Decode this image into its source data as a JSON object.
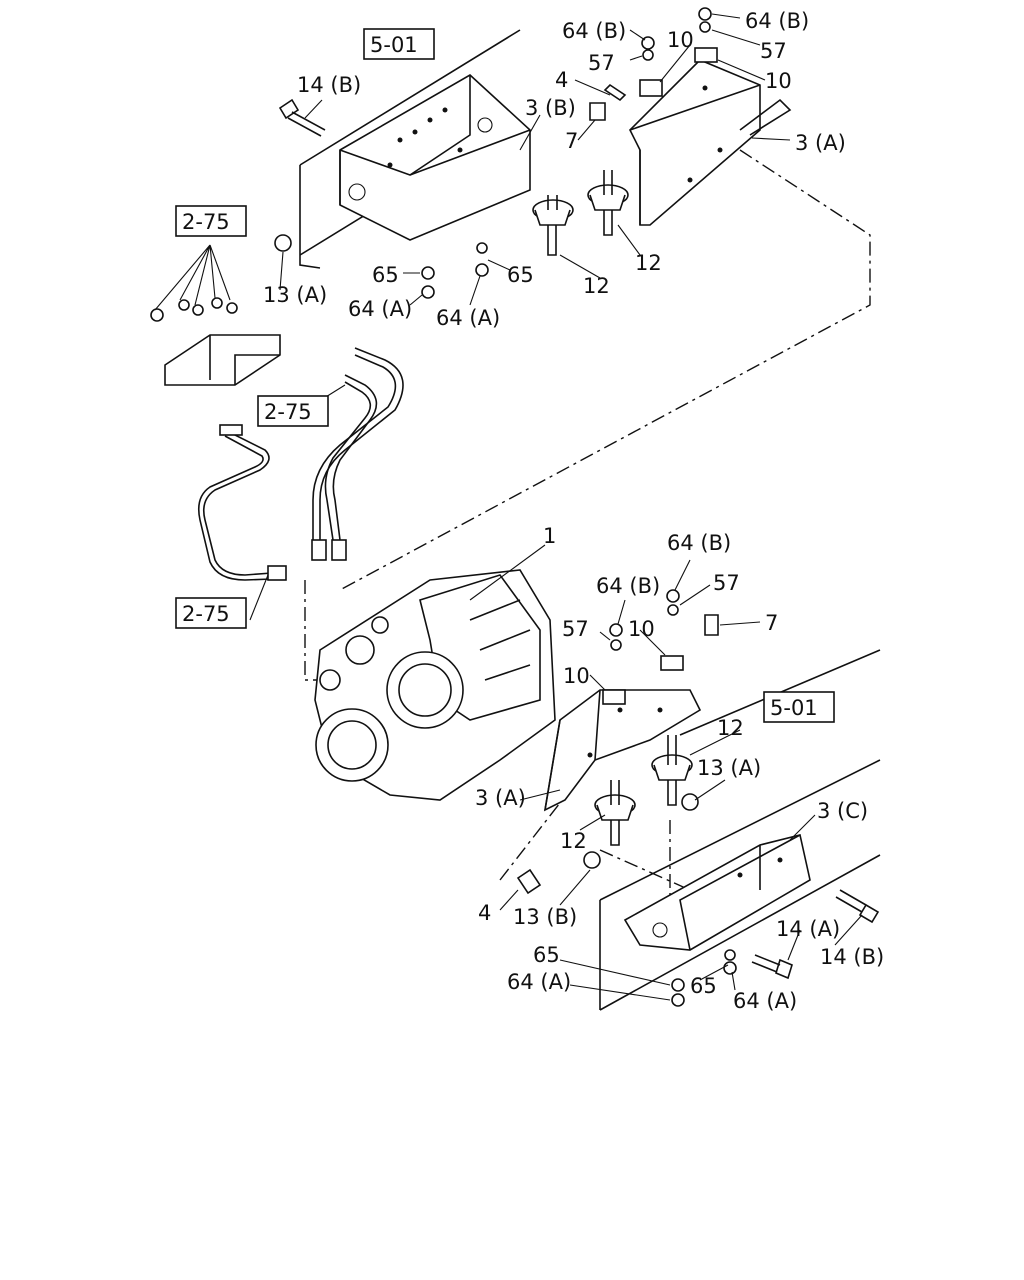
{
  "diagram": {
    "refs": {
      "ref_501_top": "5-01",
      "ref_275_left": "2-75",
      "ref_275_mid": "2-75",
      "ref_275_low": "2-75",
      "ref_501_right": "5-01"
    },
    "labels": {
      "l_14b_top": "14 (B)",
      "l_64b_top_l": "64 (B)",
      "l_64b_top_r": "64 (B)",
      "l_57_top_l": "57",
      "l_57_top_r": "57",
      "l_10_top_a": "10",
      "l_10_top_b": "10",
      "l_4_top": "4",
      "l_3b": "3 (B)",
      "l_7_top": "7",
      "l_3a_top": "3 (A)",
      "l_12_top_r": "12",
      "l_12_top_l": "12",
      "l_65_top_l": "65",
      "l_65_top_r": "65",
      "l_13a_top": "13 (A)",
      "l_64a_top_l": "64 (A)",
      "l_64a_top_r": "64 (A)",
      "l_1": "1",
      "l_64b_mid_r": "64 (B)",
      "l_64b_mid_l": "64 (B)",
      "l_57_mid_r": "57",
      "l_57_mid_l": "57",
      "l_10_mid_r": "10",
      "l_10_mid_l": "10",
      "l_7_mid": "7",
      "l_12_mid_r": "12",
      "l_13a_mid": "13 (A)",
      "l_3a_mid": "3 (A)",
      "l_3c": "3 (C)",
      "l_12_mid_l": "12",
      "l_4_bot": "4",
      "l_13b": "13 (B)",
      "l_14a": "14 (A)",
      "l_14b_bot": "14 (B)",
      "l_65_bot_l": "65",
      "l_65_bot_r": "65",
      "l_64a_bot_l": "64 (A)",
      "l_64a_bot_r": "64 (A)"
    }
  }
}
